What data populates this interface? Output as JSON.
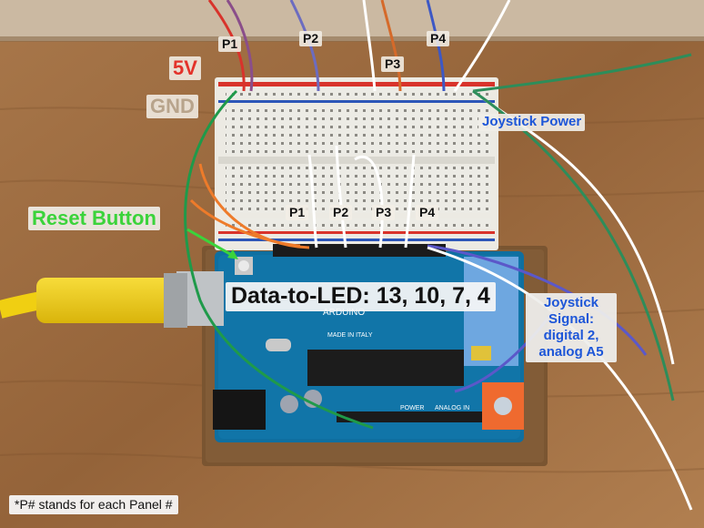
{
  "photo": {
    "subject": "Arduino board on cork base wired to breadboard with joystick",
    "colors": {
      "wood": "#9a6a3f",
      "cork": "#7a5531",
      "breadboard": "#eceae3",
      "arduino": "#0f6fa0",
      "usb_cable": "#f0cf12",
      "power_rail": "#d8332b",
      "gnd_rail": "#2c56b8"
    }
  },
  "labels": {
    "top_p1": "P1",
    "top_p2": "P2",
    "top_p3": "P3",
    "top_p4": "P4",
    "five_v": "5V",
    "gnd": "GND",
    "joystick_power": "Joystick Power",
    "reset_button": "Reset Button",
    "bottom_p1": "P1",
    "bottom_p2": "P2",
    "bottom_p3": "P3",
    "bottom_p4": "P4",
    "data_to_led": "Data-to-LED: 13, 10, 7, 4",
    "joystick_signal": "Joystick Signal: digital 2, analog A5",
    "footnote": "*P# stands for each Panel #"
  },
  "board_text": {
    "arduino": "ARDUINO",
    "made_in": "MADE IN ITALY",
    "power": "POWER",
    "analog_in": "ANALOG IN"
  },
  "icons": [
    "reset-arrow-icon"
  ]
}
